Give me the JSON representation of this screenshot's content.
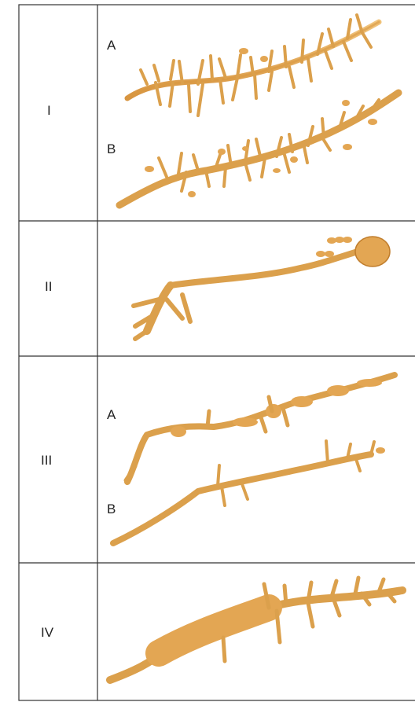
{
  "colors": {
    "dendrite_fill": "#e3a653",
    "dendrite_stroke": "#c07d2c",
    "grid_line": "#333333"
  },
  "rows": [
    {
      "label": "I",
      "subpanels": [
        "A",
        "B"
      ]
    },
    {
      "label": "II",
      "subpanels": []
    },
    {
      "label": "III",
      "subpanels": [
        "A",
        "B"
      ]
    },
    {
      "label": "IV",
      "subpanels": []
    }
  ]
}
